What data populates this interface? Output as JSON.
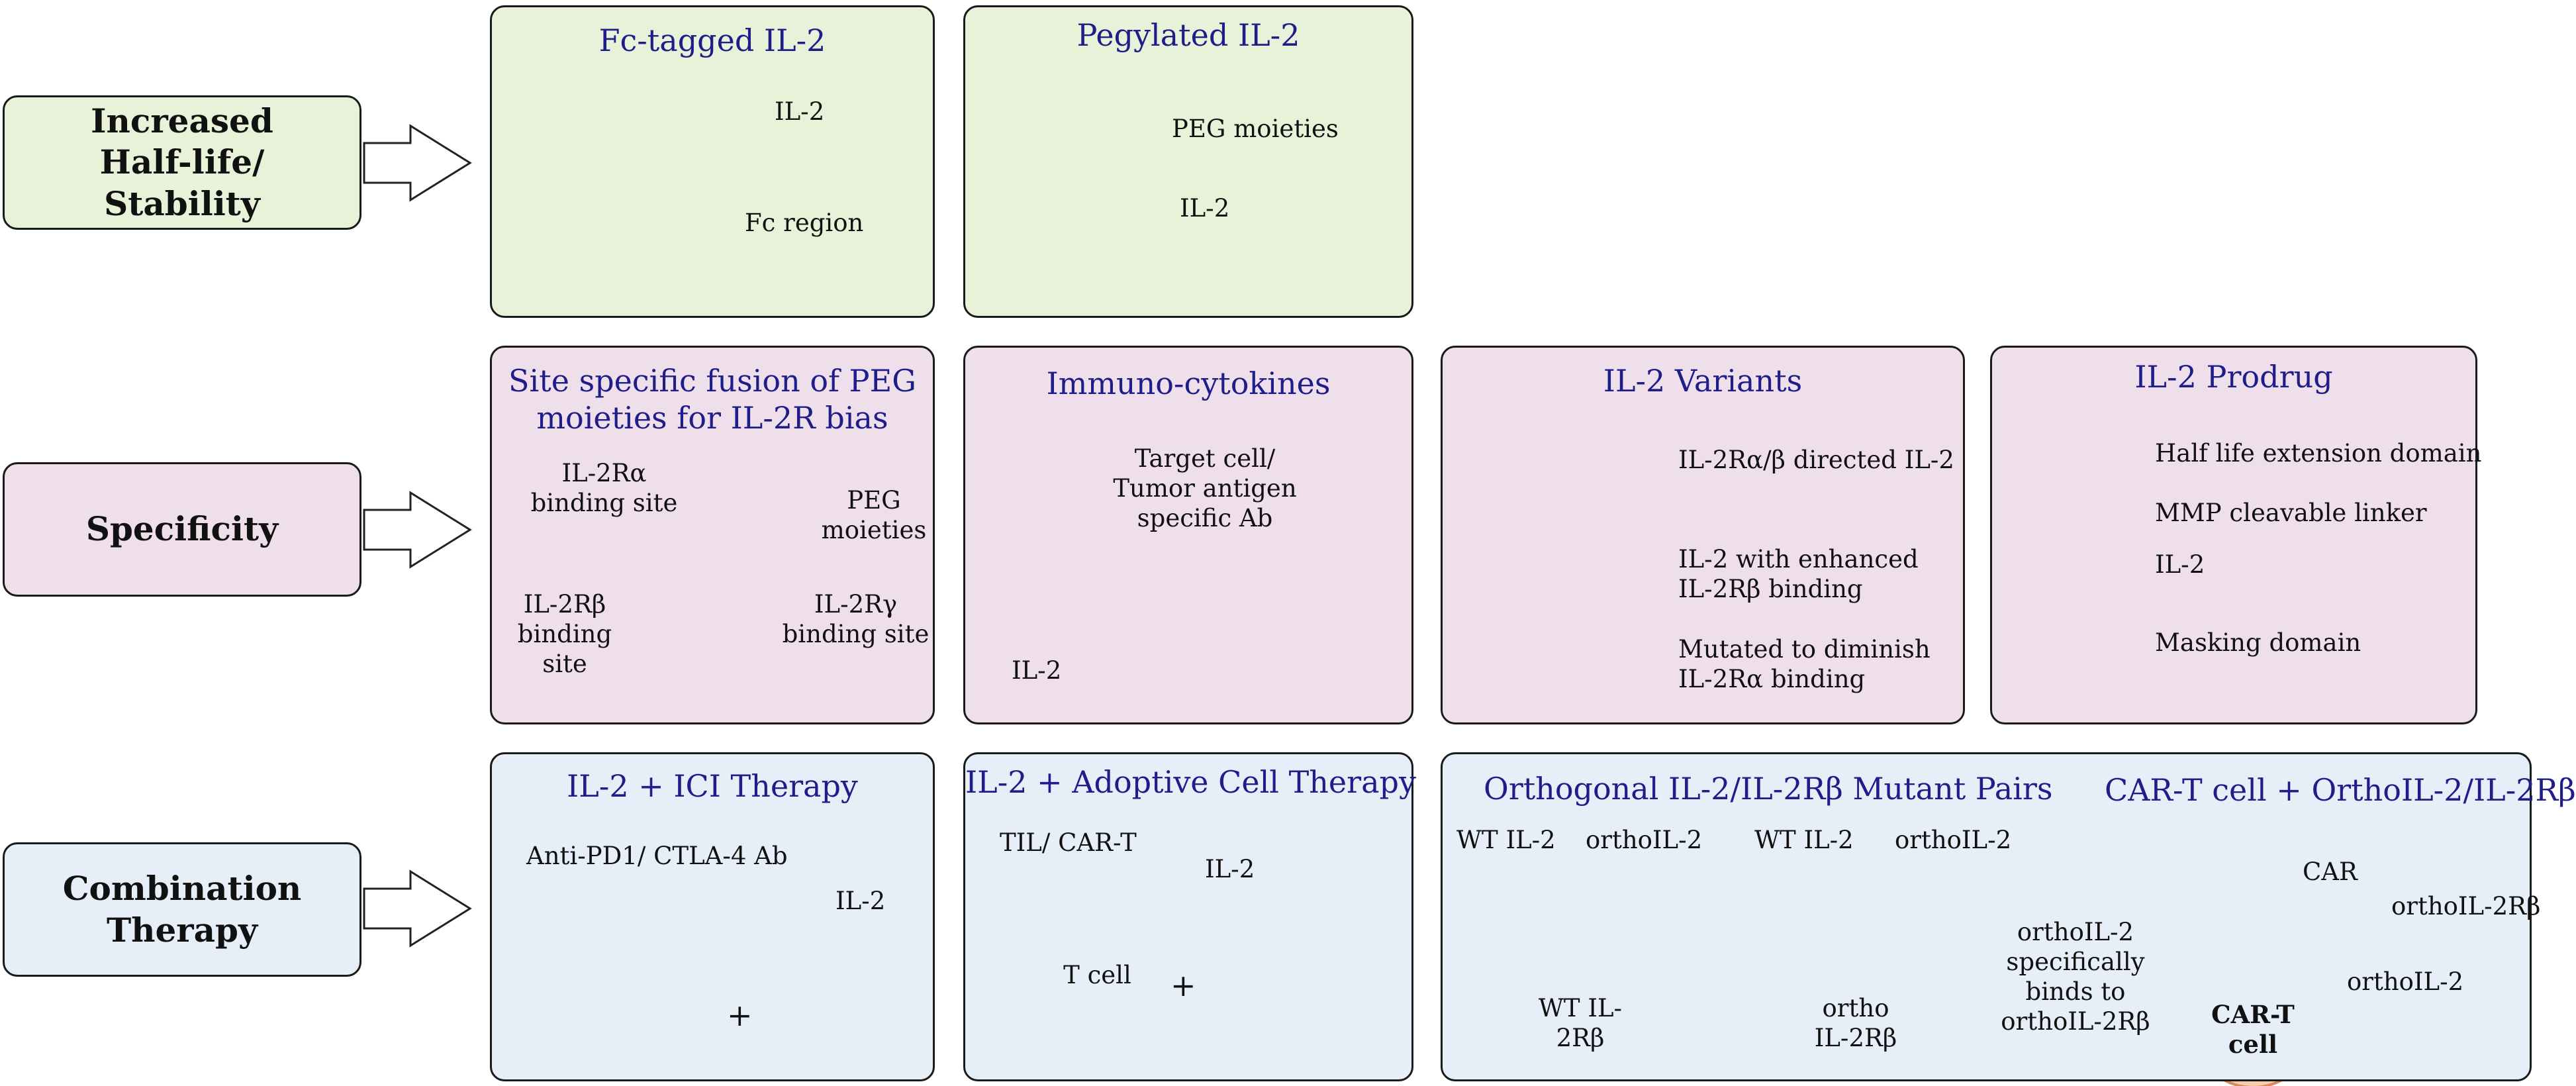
{
  "rows": {
    "row1_label": "Increased Half-life/ Stability",
    "row2_label": "Specificity",
    "row3_label": "Combination Therapy"
  },
  "fc": {
    "title": "Fc-tagged IL-2",
    "il2": "IL-2",
    "fc_region": "Fc region"
  },
  "peg": {
    "title": "Pegylated IL-2",
    "peg_moieties": "PEG moieties",
    "il2": "IL-2"
  },
  "site": {
    "title_line1": "Site specific fusion of PEG",
    "title_line2": "moieties for IL-2R bias",
    "alpha_site": "IL-2Rα binding site",
    "peg_moieties": "PEG moieties",
    "beta_site": "IL-2Rβ binding site",
    "gamma_site": "IL-2Rγ binding site"
  },
  "immuno": {
    "title": "Immuno-cytokines",
    "antibody": "Target cell/ Tumor antigen specific Ab",
    "il2": "IL-2"
  },
  "variants": {
    "title": "IL-2 Variants",
    "items": [
      "IL-2Rα/β directed IL-2",
      "IL-2 with enhanced IL-2Rβ binding",
      "Mutated to diminish IL-2Rα binding"
    ]
  },
  "prodrug": {
    "title": "IL-2 Prodrug",
    "items": [
      "Half life extension domain",
      "MMP cleavable linker",
      "IL-2",
      "Masking domain"
    ]
  },
  "ici": {
    "title": "IL-2 + ICI Therapy",
    "antibody": "Anti-PD1/ CTLA-4 Ab",
    "il2": "IL-2",
    "plus": "+"
  },
  "act": {
    "title": "IL-2 + Adoptive Cell Therapy",
    "til": "TIL/ CAR-T",
    "il2": "IL-2",
    "tcell": "T cell",
    "plus": "+"
  },
  "ortho": {
    "title": "Orthogonal IL-2/IL-2Rβ Mutant Pairs",
    "wt_il2_a": "WT IL-2",
    "ortho_il2_a": "orthoIL-2",
    "wt_il2_b": "WT IL-2",
    "ortho_il2_b": "orthoIL-2",
    "wt_receptor": "WT IL-2Rβ",
    "ortho_receptor": "ortho IL-2Rβ",
    "note": "orthoIL-2 specifically binds to orthoIL-2Rβ"
  },
  "cart": {
    "title": "CAR-T cell + OrthoIL-2/IL-2Rβ",
    "car": "CAR",
    "ortho_receptor": "orthoIL-2Rβ",
    "ortho_il2": "orthoIL-2",
    "cell": "CAR-T cell"
  },
  "colors": {
    "il2": "#b0264a",
    "fc_blue": "#2b7fae",
    "gold": "#d4a021",
    "purple": "#9b59c9",
    "green_receptor": "#3aa33a",
    "title_blue": "#1f1d8a",
    "cell_fill": "#f6c59c"
  }
}
